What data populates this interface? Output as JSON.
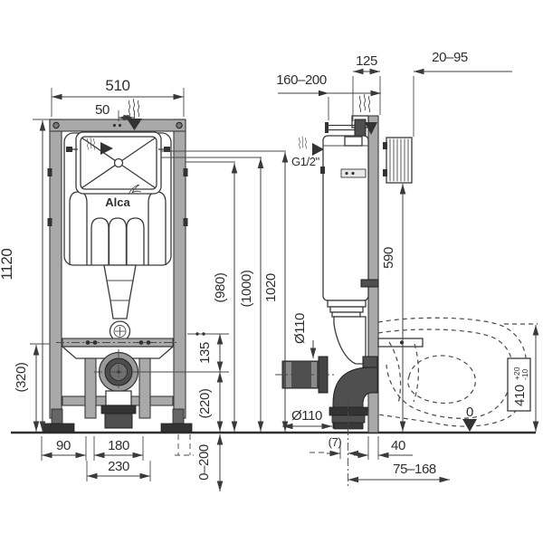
{
  "drawing": {
    "brand_logo": "Alca",
    "floor_reference": "0",
    "front_view": {
      "total_width": "510",
      "inlet_offset": "50",
      "total_height": "1120",
      "lower_frame_height": "(320)",
      "foot_to_edge": "90",
      "drain_width_inner": "180",
      "drain_width_outer": "230",
      "leg_adjustment": "0–200",
      "plate_to_drain": "135",
      "drain_axis_height": "(220)",
      "flush_height_a": "(980)",
      "flush_height_b": "(1000)",
      "flush_height_c": "1020"
    },
    "side_view": {
      "frame_depth": "125",
      "wall_distance": "20–95",
      "supply_reach": "160–200",
      "water_connection": "G1/2\"",
      "bracket_height": "590",
      "outlet_diameter": "Ø110",
      "elbow_diameter": "Ø110",
      "axis_offset": "(7)",
      "profile_depth": "40",
      "outlet_distance": "75–168",
      "bowl_height": "410",
      "bowl_tolerance_plus": "+20",
      "bowl_tolerance_minus": "-10"
    },
    "colors": {
      "line": "#3a3a3a",
      "frame_gray": "#a9a9a9",
      "pipe_dark": "#4f4f4f",
      "background": "#ffffff"
    }
  }
}
